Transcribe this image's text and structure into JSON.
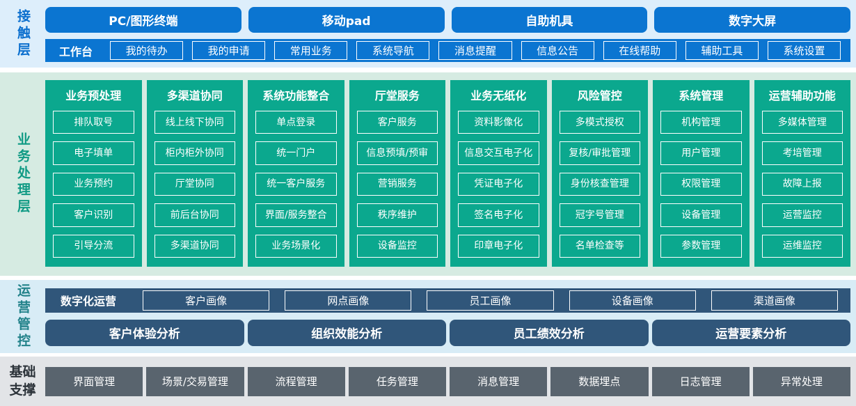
{
  "colors": {
    "accent_blue": "#0b75d1",
    "accent_teal": "#0ba88e",
    "accent_slate": "#30567a",
    "accent_gray": "#59646e",
    "band_contact_bg": "#ddeefb",
    "band_business_bg": "#d6ebe2",
    "band_operations_bg": "#d8ecf6",
    "band_foundation_bg": "#e2e4e7"
  },
  "layers": {
    "contact": {
      "label": "接触层",
      "channels": [
        "PC/图形终端",
        "移动pad",
        "自助机具",
        "数字大屏"
      ],
      "workbench_label": "工作台",
      "workbench_items": [
        "我的待办",
        "我的申请",
        "常用业务",
        "系统导航",
        "消息提醒",
        "信息公告",
        "在线帮助",
        "辅助工具",
        "系统设置"
      ]
    },
    "business": {
      "label": "业务处理层",
      "columns": [
        {
          "title": "业务预处理",
          "items": [
            "排队取号",
            "电子填单",
            "业务预约",
            "客户识别",
            "引导分流"
          ]
        },
        {
          "title": "多渠道协同",
          "items": [
            "线上线下协同",
            "柜内柜外协同",
            "厅堂协同",
            "前后台协同",
            "多渠道协同"
          ]
        },
        {
          "title": "系统功能整合",
          "items": [
            "单点登录",
            "统一门户",
            "统一客户服务",
            "界面/服务整合",
            "业务场景化"
          ]
        },
        {
          "title": "厅堂服务",
          "items": [
            "客户服务",
            "信息预填/预审",
            "营销服务",
            "秩序维护",
            "设备监控"
          ]
        },
        {
          "title": "业务无纸化",
          "items": [
            "资料影像化",
            "信息交互电子化",
            "凭证电子化",
            "签名电子化",
            "印章电子化"
          ]
        },
        {
          "title": "风险管控",
          "items": [
            "多模式授权",
            "复核/审批管理",
            "身份核查管理",
            "冠字号管理",
            "名单检查等"
          ]
        },
        {
          "title": "系统管理",
          "items": [
            "机构管理",
            "用户管理",
            "权限管理",
            "设备管理",
            "参数管理"
          ]
        },
        {
          "title": "运营辅助功能",
          "items": [
            "多媒体管理",
            "考培管理",
            "故障上报",
            "运营监控",
            "运维监控"
          ]
        }
      ]
    },
    "operations": {
      "label": "运营管控",
      "digital_label": "数字化运营",
      "portraits": [
        "客户画像",
        "网点画像",
        "员工画像",
        "设备画像",
        "渠道画像"
      ],
      "analyses": [
        "客户体验分析",
        "组织效能分析",
        "员工绩效分析",
        "运营要素分析"
      ]
    },
    "foundation": {
      "label": "基础支撑",
      "items": [
        "界面管理",
        "场景/交易管理",
        "流程管理",
        "任务管理",
        "消息管理",
        "数据埋点",
        "日志管理",
        "异常处理"
      ]
    }
  }
}
